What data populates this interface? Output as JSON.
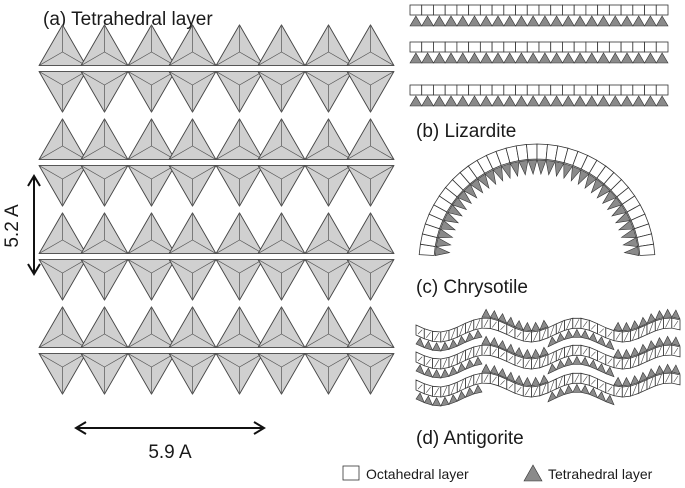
{
  "panels": {
    "a": {
      "label": "(a) Tetrahedral layer"
    },
    "b": {
      "label": "(b) Lizardite"
    },
    "c": {
      "label": "(c) Chrysotile"
    },
    "d": {
      "label": "(d) Antigorite"
    }
  },
  "dimensions": {
    "vertical": "5.2 A",
    "horizontal": "5.9 A"
  },
  "legend": {
    "octahedral": "Octahedral layer",
    "tetrahedral": "Tetrahedral layer"
  },
  "colors": {
    "tetra_fill": "#d0d0d0",
    "tetra_dark": "#8a8a8a",
    "outline": "#333333"
  }
}
